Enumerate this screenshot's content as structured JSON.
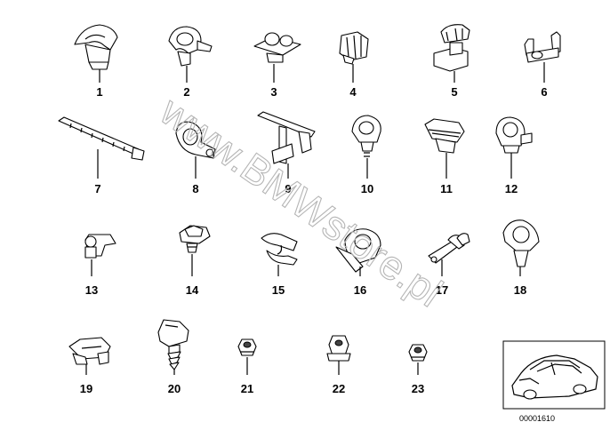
{
  "watermark": "www.BMWstore.pl",
  "ref_code": "00001610",
  "parts": [
    {
      "label": "1",
      "icon": "push-clip-icon"
    },
    {
      "label": "2",
      "icon": "cable-clip-icon"
    },
    {
      "label": "3",
      "icon": "double-clip-icon"
    },
    {
      "label": "4",
      "icon": "plug-clip-icon"
    },
    {
      "label": "5",
      "icon": "bracket-clip-icon"
    },
    {
      "label": "6",
      "icon": "pin-holder-icon"
    },
    {
      "label": "7",
      "icon": "cable-tie-icon"
    },
    {
      "label": "8",
      "icon": "loop-clip-icon"
    },
    {
      "label": "9",
      "icon": "hanger-bracket-icon"
    },
    {
      "label": "10",
      "icon": "screw-clip-icon"
    },
    {
      "label": "11",
      "icon": "edge-clip-icon"
    },
    {
      "label": "12",
      "icon": "hose-clip-icon"
    },
    {
      "label": "13",
      "icon": "bolt-clip-icon"
    },
    {
      "label": "14",
      "icon": "expanding-rivet-icon"
    },
    {
      "label": "15",
      "icon": "spring-clip-icon"
    },
    {
      "label": "16",
      "icon": "pipe-clip-icon"
    },
    {
      "label": "17",
      "icon": "strap-bracket-icon"
    },
    {
      "label": "18",
      "icon": "retainer-clip-icon"
    },
    {
      "label": "19",
      "icon": "fastener-clip-icon"
    },
    {
      "label": "20",
      "icon": "fir-tree-clip-icon"
    },
    {
      "label": "21",
      "icon": "hex-nut-icon"
    },
    {
      "label": "22",
      "icon": "hex-nut-icon"
    },
    {
      "label": "23",
      "icon": "hex-nut-icon"
    }
  ]
}
